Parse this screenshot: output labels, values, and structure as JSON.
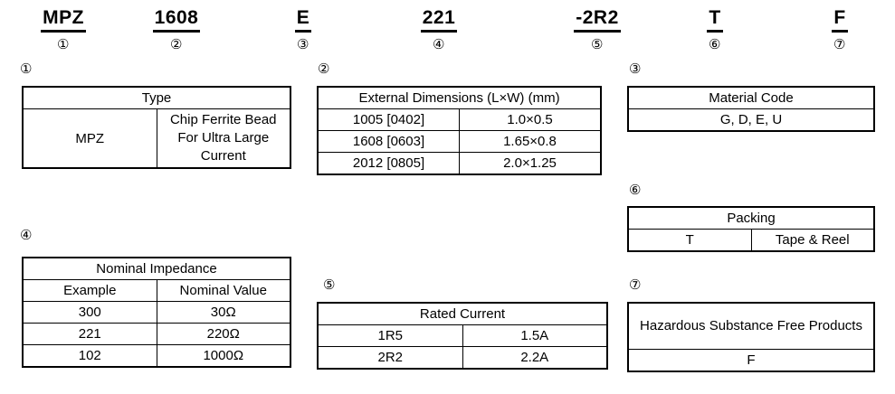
{
  "part_number": {
    "segments": [
      {
        "code": "MPZ",
        "marker": "①"
      },
      {
        "code": "1608",
        "marker": "②"
      },
      {
        "code": "E",
        "marker": "③"
      },
      {
        "code": "221",
        "marker": "④"
      },
      {
        "code": "-2R2",
        "marker": "⑤"
      },
      {
        "code": "T",
        "marker": "⑥"
      },
      {
        "code": "F",
        "marker": "⑦"
      }
    ]
  },
  "sections": {
    "type": {
      "marker": "①",
      "header": "Type",
      "rows": [
        {
          "code": "MPZ",
          "description": "Chip Ferrite Bead For Ultra Large Current"
        }
      ]
    },
    "dimensions": {
      "marker": "②",
      "header": "External Dimensions (L×W) (mm)",
      "rows": [
        {
          "code": "1005 [0402]",
          "value": "1.0×0.5"
        },
        {
          "code": "1608 [0603]",
          "value": "1.65×0.8"
        },
        {
          "code": "2012 [0805]",
          "value": "2.0×1.25"
        }
      ]
    },
    "material": {
      "marker": "③",
      "header": "Material Code",
      "value": "G, D, E, U"
    },
    "impedance": {
      "marker": "④",
      "header": "Nominal Impedance",
      "columns": [
        "Example",
        "Nominal Value"
      ],
      "rows": [
        {
          "example": "300",
          "value": "30Ω"
        },
        {
          "example": "221",
          "value": "220Ω"
        },
        {
          "example": "102",
          "value": "1000Ω"
        }
      ]
    },
    "current": {
      "marker": "⑤",
      "header": "Rated Current",
      "rows": [
        {
          "code": "1R5",
          "value": "1.5A"
        },
        {
          "code": "2R2",
          "value": "2.2A"
        }
      ]
    },
    "packing": {
      "marker": "⑥",
      "header": "Packing",
      "rows": [
        {
          "code": "T",
          "value": "Tape & Reel"
        }
      ]
    },
    "hazardous": {
      "marker": "⑦",
      "header": "Hazardous Substance Free Products",
      "value": "F"
    }
  }
}
